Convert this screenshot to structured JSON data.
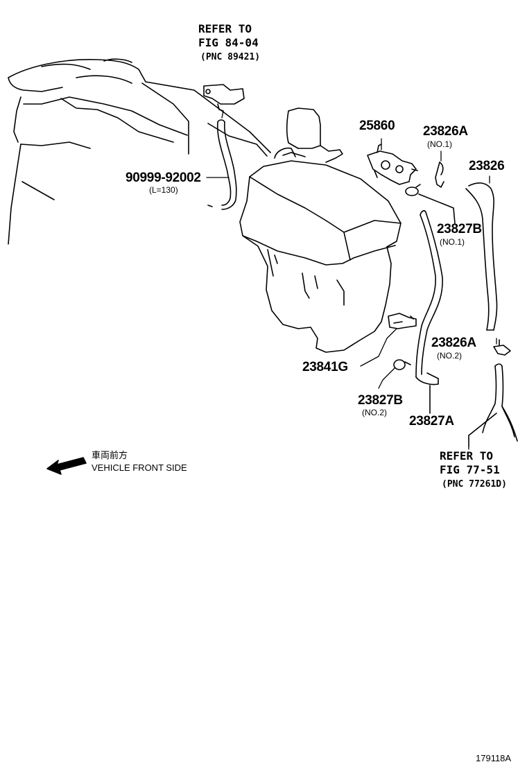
{
  "references": {
    "top": {
      "line1": "REFER TO",
      "line2": "FIG 84-04",
      "line3": "(PNC 89421)"
    },
    "bottom": {
      "line1": "REFER TO",
      "line2": "FIG 77-51",
      "line3": "(PNC 77261D)"
    }
  },
  "parts": {
    "p25860": {
      "number": "25860"
    },
    "p23826A_1": {
      "number": "23826A",
      "note": "(NO.1)"
    },
    "p23826": {
      "number": "23826"
    },
    "p90999": {
      "number": "90999-92002",
      "note": "(L=130)"
    },
    "p23827B_1": {
      "number": "23827B",
      "note": "(NO.1)"
    },
    "p23826A_2": {
      "number": "23826A",
      "note": "(NO.2)"
    },
    "p23841G": {
      "number": "23841G"
    },
    "p23827B_2": {
      "number": "23827B",
      "note": "(NO.2)"
    },
    "p23827A": {
      "number": "23827A"
    }
  },
  "direction": {
    "jp": "車両前方",
    "en": "VEHICLE FRONT SIDE"
  },
  "figure_id": "179118A"
}
